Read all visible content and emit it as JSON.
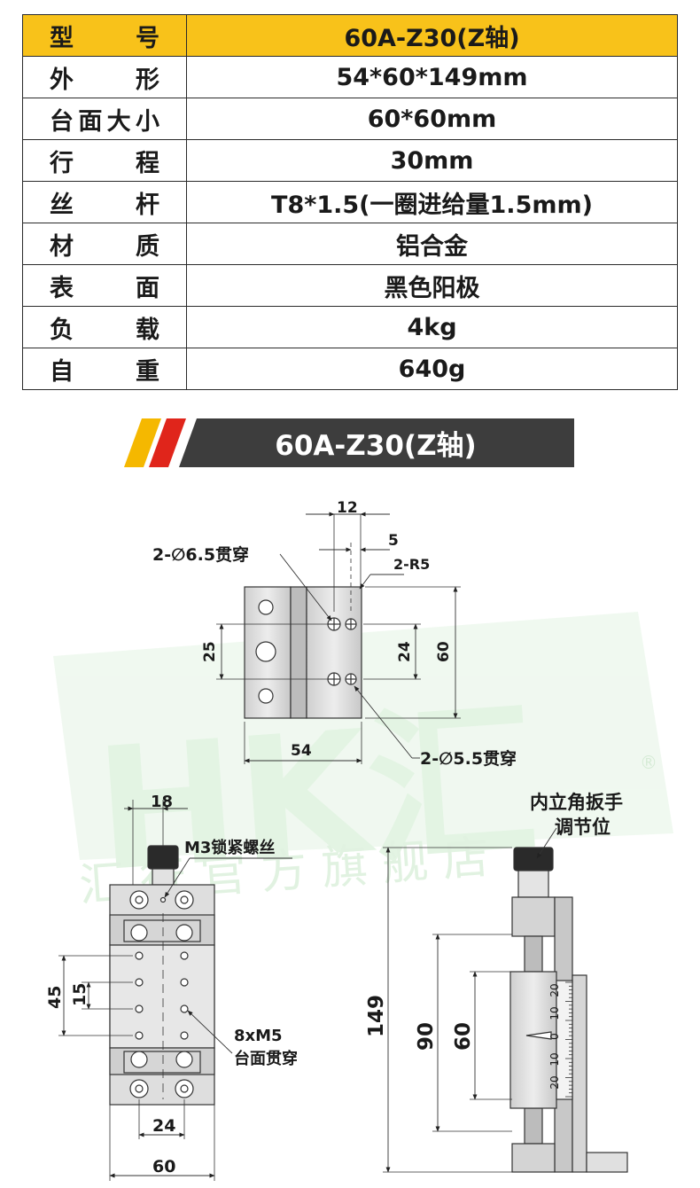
{
  "spec_table": {
    "rows": [
      {
        "label": "型号",
        "value": "60A-Z30(Z轴)"
      },
      {
        "label": "外形",
        "value": "54*60*149mm"
      },
      {
        "label": "台面大小",
        "value": "60*60mm"
      },
      {
        "label": "行程",
        "value": "30mm"
      },
      {
        "label": "丝杆",
        "value": "T8*1.5(一圈进给量1.5mm)"
      },
      {
        "label": "材质",
        "value": "铝合金"
      },
      {
        "label": "表面",
        "value": "黑色阳极"
      },
      {
        "label": "负载",
        "value": "4kg"
      },
      {
        "label": "自重",
        "value": "640g"
      }
    ]
  },
  "banner": {
    "title": "60A-Z30(Z轴)"
  },
  "watermark": {
    "text": "汇 行 官 方 旗 舰 店",
    "logo": "HK汇",
    "registered": "®"
  },
  "top_view": {
    "dim_12": "12",
    "dim_5": "5",
    "hole_65": "2-∅6.5贯穿",
    "r5": "2-R5",
    "dim_25": "25",
    "dim_24": "24",
    "dim_60": "60",
    "dim_54": "54",
    "hole_55": "2-∅5.5贯穿"
  },
  "front_view": {
    "dim_18": "18",
    "m3": "M3锁紧螺丝",
    "dim_45": "45",
    "dim_15": "15",
    "m5_line1": "8xM5",
    "m5_line2": "台面贯穿",
    "dim_24": "24",
    "dim_60": "60"
  },
  "side_view": {
    "knob_line1": "内立角扳手",
    "knob_line2": "调节位",
    "dim_149": "149",
    "dim_90": "90",
    "dim_60": "60",
    "scale_labels": [
      "20",
      "10",
      "0",
      "10",
      "20"
    ]
  },
  "colors": {
    "header_yellow": "#f8c21a",
    "banner_dark": "#3d3d3d",
    "stripe_yellow": "#f5b800",
    "stripe_red": "#e0251b",
    "watermark_green": "#d8f0d8"
  }
}
